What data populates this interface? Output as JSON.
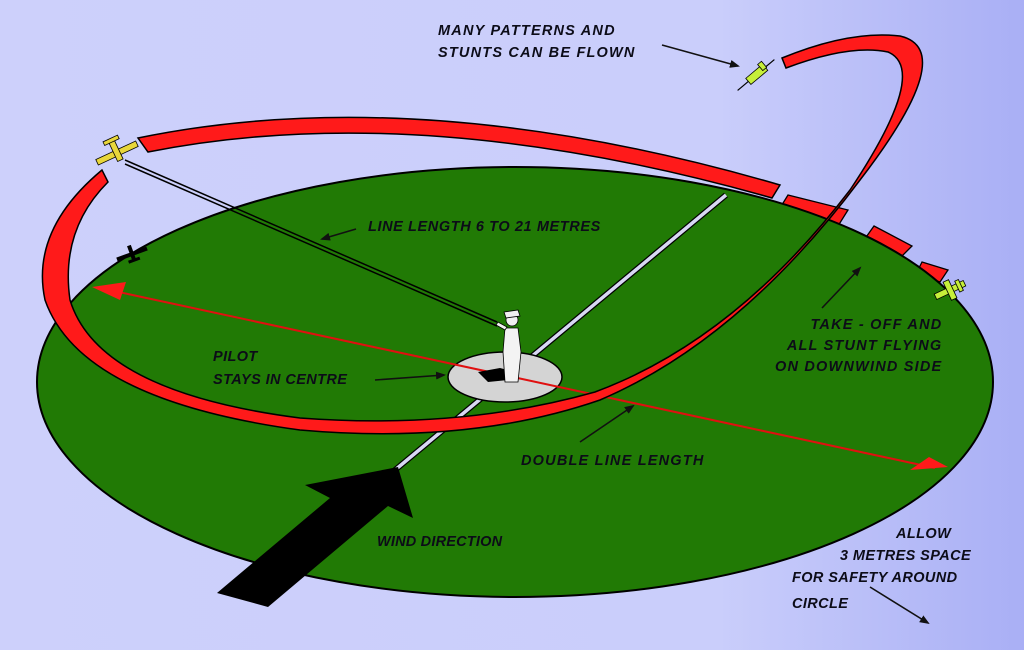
{
  "diagram": {
    "subject": "Control line model aircraft flying circle",
    "colors": {
      "background": "#cdd0fb",
      "field": "#217a05",
      "flight_path": "#ff1a1a",
      "pilot_circle": "#d4d4d4",
      "center_line": "#d8d8f4",
      "diameter_arrow": "#e01010",
      "wind_arrow": "#000000",
      "plane_yellow": "#e8d63a",
      "plane_green": "#c6ef3a"
    },
    "icons": {
      "plane_top_left": "yellow-control-line-plane",
      "plane_left": "black-silhouette-plane",
      "plane_top_right": "green-stunt-plane",
      "plane_right": "green-plane-taking-off",
      "pilot": "pilot-figure",
      "wind": "wind-direction-arrow"
    },
    "labels": {
      "patterns": [
        "MANY  PATTERNS  AND",
        "STUNTS  CAN  BE  FLOWN"
      ],
      "line_length": "LINE LENGTH 6 TO 21 METRES",
      "pilot": [
        "PILOT",
        "STAYS IN CENTRE"
      ],
      "takeoff": [
        "TAKE - OFF  AND",
        "ALL STUNT  FLYING",
        "ON DOWNWIND  SIDE"
      ],
      "double_line": "DOUBLE  LINE  LENGTH",
      "wind": "WIND DIRECTION",
      "safety": [
        "ALLOW",
        "3 METRES SPACE",
        "FOR SAFETY AROUND",
        "CIRCLE"
      ]
    }
  }
}
